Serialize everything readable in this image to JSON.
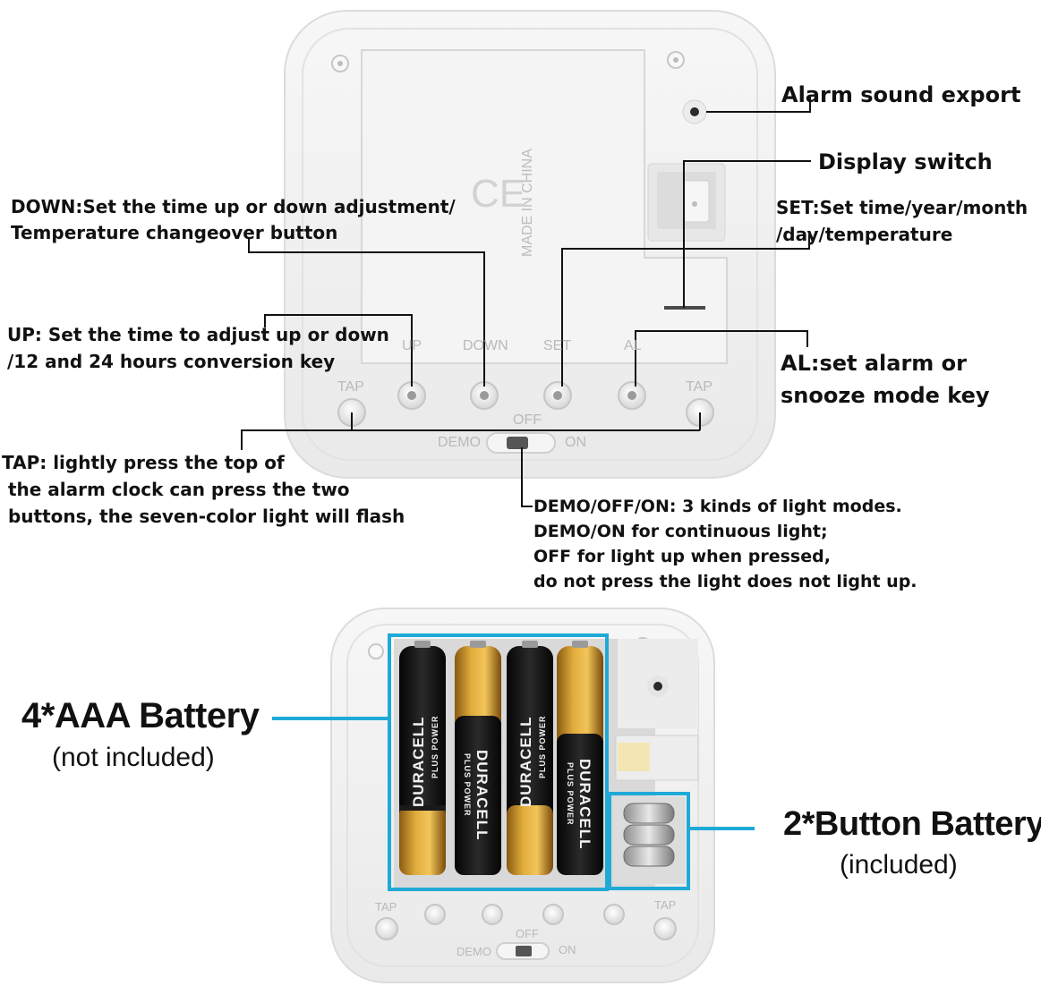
{
  "top_device": {
    "made_in": "MADE IN CHINA",
    "ce_mark": "CE",
    "button_labels": [
      "UP",
      "DOWN",
      "SET",
      "AL"
    ],
    "tap_left": "TAP",
    "tap_right": "TAP",
    "switch_off": "OFF",
    "switch_demo": "DEMO",
    "switch_on": "ON"
  },
  "annotations": {
    "alarm_sound": "Alarm sound export",
    "display_switch": "Display switch",
    "down_line1": "DOWN:Set the time up or down adjustment/",
    "down_line2": "Temperature changeover button",
    "set_line1": "SET:Set time/year/month",
    "set_line2": "/day/temperature",
    "up_line1": "UP: Set the time to adjust up or down",
    "up_line2": "/12 and 24 hours conversion key",
    "al_line1": "AL:set alarm or",
    "al_line2": "snooze mode key",
    "tap_line1": "TAP: lightly press the top of",
    "tap_line2": " the alarm clock can press the two",
    "tap_line3": " buttons, the seven-color light will flash",
    "demo_line1": "DEMO/OFF/ON: 3 kinds of light modes.",
    "demo_line2": "DEMO/ON for continuous light;",
    "demo_line3": "OFF for light up when pressed,",
    "demo_line4": "do not press the light does not light up."
  },
  "bottom_device": {
    "aaa_title": "4*AAA Battery",
    "aaa_sub": "(not included)",
    "button_title": "2*Button Battery",
    "button_sub": "(included)",
    "battery_brand": "DURACELL",
    "battery_sub": "PLUS POWER",
    "tap_left": "TAP",
    "tap_right": "TAP",
    "switch_off": "OFF",
    "switch_demo": "DEMO",
    "switch_on": "ON"
  },
  "colors": {
    "callout_box": "#1fa9d6",
    "device_body": "#f3f3f3",
    "battery_black": "#1c1c1c",
    "battery_gold": "#c8922a"
  }
}
